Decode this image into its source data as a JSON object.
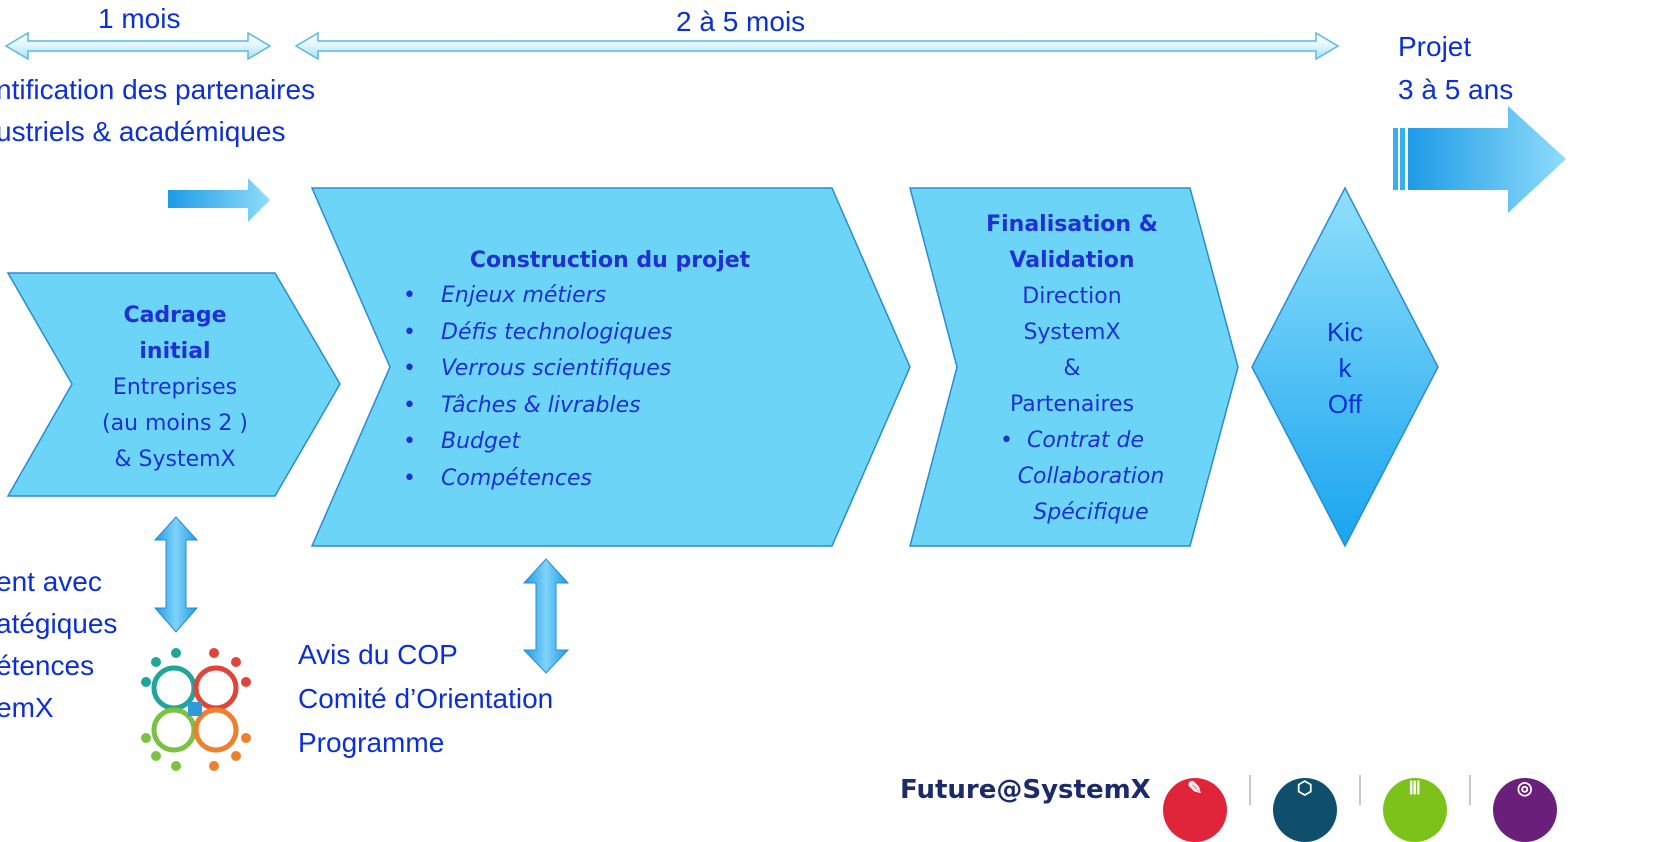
{
  "durations": {
    "first": "1 mois",
    "second": "2 à 5 mois"
  },
  "project_label": {
    "line1": "Projet",
    "line2": "3 à 5 ans"
  },
  "identification": {
    "line1": "ntification des partenaires",
    "line2": "ustriels & académiques"
  },
  "cadrage": {
    "title1": "Cadrage",
    "title2": "initial",
    "lines": [
      "Entreprises",
      "(au moins 2 )",
      "& SystemX"
    ]
  },
  "construction": {
    "title": "Construction du projet",
    "items": [
      "Enjeux métiers",
      "Défis technologiques",
      "Verrous scientifiques",
      "Tâches & livrables",
      "Budget",
      "Compétences"
    ]
  },
  "finalisation": {
    "title1": "Finalisation &",
    "title2": "Validation",
    "lines": [
      "Direction",
      "SystemX",
      "&",
      "Partenaires"
    ],
    "bullet": "Contrat de",
    "cont": [
      "Collaboration",
      "Spécifique"
    ]
  },
  "kickoff": [
    "Kic",
    "k",
    "Off"
  ],
  "alignement": [
    "ent avec",
    "atégiques",
    "étences",
    "emX"
  ],
  "cop": [
    "Avis du COP",
    "Comité d’Orientation",
    "Programme"
  ],
  "footer_logo_text": "Future@SystemX",
  "colors": {
    "shape_fill": "#6cd4f7",
    "shape_stroke": "#2b8bd0",
    "text_blue": "#0b2fd8",
    "arrow_blue": "#29a9ee"
  }
}
